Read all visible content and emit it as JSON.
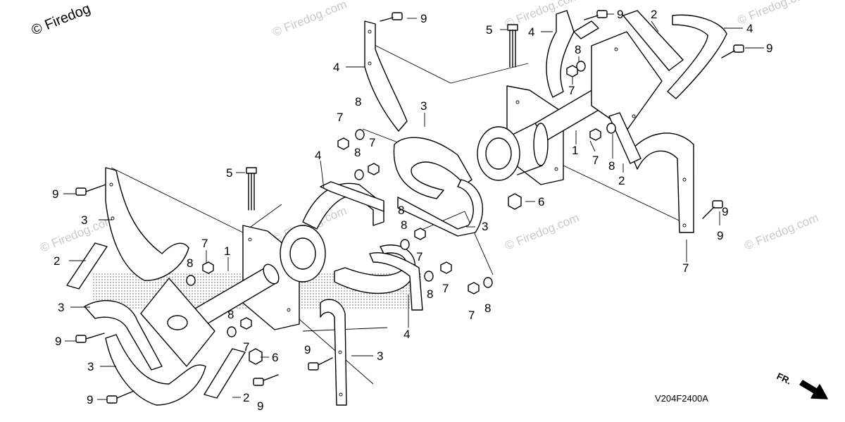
{
  "copyright": "© Firedog",
  "watermark": "© Firedog.com",
  "diagram_code": "V204F2400A",
  "direction_label": "FR.",
  "callouts": [
    {
      "id": "c-5a",
      "text": "5"
    },
    {
      "id": "c-4a",
      "text": "4"
    },
    {
      "id": "c-9a",
      "text": "9"
    },
    {
      "id": "c-9b",
      "text": "9"
    },
    {
      "id": "c-2a",
      "text": "2"
    },
    {
      "id": "c-4b",
      "text": "4"
    },
    {
      "id": "c-8a",
      "text": "8"
    },
    {
      "id": "c-9c",
      "text": "9"
    },
    {
      "id": "c-4c",
      "text": "4"
    },
    {
      "id": "c-7a",
      "text": "7"
    },
    {
      "id": "c-3a",
      "text": "3"
    },
    {
      "id": "c-8b",
      "text": "8"
    },
    {
      "id": "c-7b",
      "text": "7"
    },
    {
      "id": "c-8c",
      "text": "8"
    },
    {
      "id": "c-7c",
      "text": "7"
    },
    {
      "id": "c-1a",
      "text": "1"
    },
    {
      "id": "c-7d",
      "text": "7"
    },
    {
      "id": "c-8d",
      "text": "8"
    },
    {
      "id": "c-2b",
      "text": "2"
    },
    {
      "id": "c-5b",
      "text": "5"
    },
    {
      "id": "c-4d",
      "text": "4"
    },
    {
      "id": "c-6a",
      "text": "6"
    },
    {
      "id": "c-9d",
      "text": "9"
    },
    {
      "id": "c-3b",
      "text": "3"
    },
    {
      "id": "c-3c",
      "text": "3"
    },
    {
      "id": "c-9e",
      "text": "9"
    },
    {
      "id": "c-8e",
      "text": "8"
    },
    {
      "id": "c-7e",
      "text": "7"
    },
    {
      "id": "c-7f",
      "text": "7"
    },
    {
      "id": "c-2c",
      "text": "2"
    },
    {
      "id": "c-8f",
      "text": "8"
    },
    {
      "id": "c-1b",
      "text": "1"
    },
    {
      "id": "c-7g",
      "text": "7"
    },
    {
      "id": "c-8g",
      "text": "8"
    },
    {
      "id": "c-7h",
      "text": "7"
    },
    {
      "id": "c-4e",
      "text": "4"
    },
    {
      "id": "c-8h",
      "text": "8"
    },
    {
      "id": "c-3d",
      "text": "3"
    },
    {
      "id": "c-9f",
      "text": "9"
    },
    {
      "id": "c-8i",
      "text": "8"
    },
    {
      "id": "c-7i",
      "text": "7"
    },
    {
      "id": "c-7j",
      "text": "7"
    },
    {
      "id": "c-8j",
      "text": "8"
    },
    {
      "id": "c-9g",
      "text": "9"
    },
    {
      "id": "c-6b",
      "text": "6"
    },
    {
      "id": "c-3e",
      "text": "3"
    },
    {
      "id": "c-9h",
      "text": "9"
    },
    {
      "id": "c-3f",
      "text": "3"
    },
    {
      "id": "c-9i",
      "text": "9"
    },
    {
      "id": "c-2d",
      "text": "2"
    },
    {
      "id": "c-9j",
      "text": "9"
    }
  ]
}
